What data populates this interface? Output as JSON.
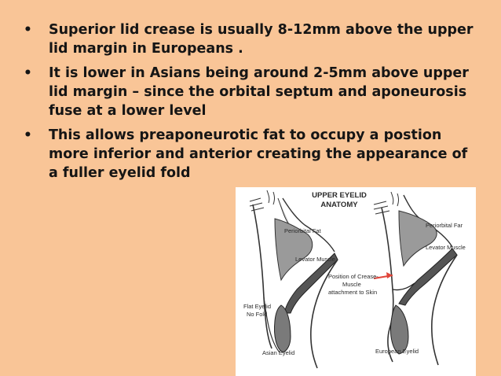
{
  "bullets": [
    {
      "text": "Superior lid crease is usually 8-12mm above the upper lid margin in Europeans ."
    },
    {
      "text": " It is lower in Asians being around 2-5mm above upper lid margin – since the orbital septum and aponeurosis fuse at a lower level"
    },
    {
      "text": "This allows preaponeurotic fat to occupy a postion more inferior and anterior creating the appearance of a fuller eyelid fold"
    }
  ],
  "figure": {
    "title_line1": "UPPER EYELID",
    "title_line2": "ANATOMY",
    "labels": {
      "periorbital_fat_left": "Periorbital Fat",
      "periorbital_fat_right": "Periorbital Far",
      "levator_left": "Levator Muscle",
      "levator_right": "Levator Muscle",
      "crease_line1": "Position of Crease-",
      "crease_line2": "Muscle",
      "crease_line3": "attachment to Skin",
      "flat_eyelid_line1": "Flat Eyelid",
      "flat_eyelid_line2": "No Fold",
      "asian_eyelid": "Asian Eyelid",
      "european_eyelid": "European Eyelid"
    }
  },
  "colors": {
    "background": "#f9c597",
    "text": "#151515",
    "crease_arrow": "#e0453a"
  }
}
